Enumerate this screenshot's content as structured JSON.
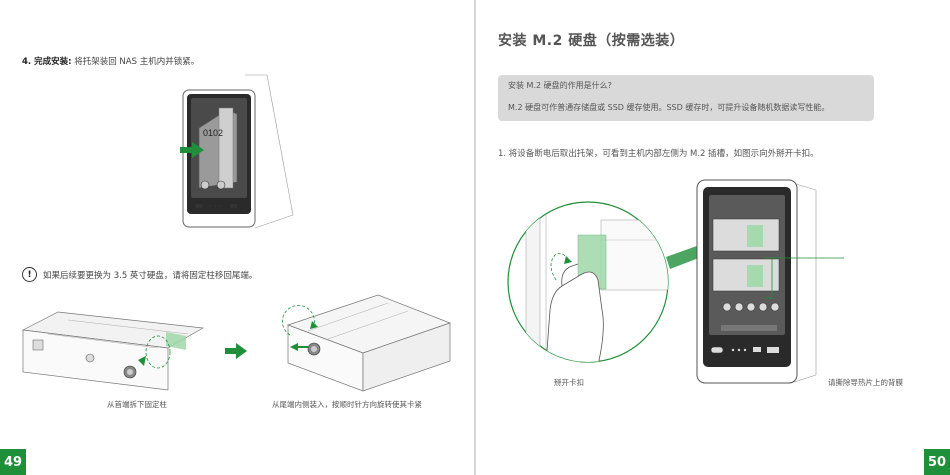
{
  "left_page": {
    "step4_label": "4. 完成安装:",
    "step4_text": "将托架装回 NAS 主机内并锁紧。",
    "nas_slot_labels": [
      "01",
      "02"
    ],
    "warning_icon": "!",
    "warning_text": "如果后续要更换为 3.5 英寸硬盘，请将固定柱移回尾端。",
    "caption_left": "从首端拆下固定柱",
    "caption_right": "从尾端内侧装入，按顺时针方向旋转使其卡紧",
    "page_number": "49"
  },
  "right_page": {
    "section_title": "安装 M.2 硬盘（按需选装）",
    "faq_question": "安装 M.2 硬盘的作用是什么?",
    "faq_answer": "M.2 硬盘可作普通存储盘或 SSD 缓存使用。SSD 缓存时，可提升设备随机数据读写性能。",
    "step1_text": "1. 将设备断电后取出托架，可看到主机内部左侧为 M.2 插槽，如图示向外掰开卡扣。",
    "callout_left": "掰开卡扣",
    "callout_right": "请撕除导热片上的背膜",
    "page_number": "50"
  },
  "colors": {
    "accent_green": "#1f8f3a",
    "light_green": "#9fd8a8",
    "faq_bg": "#d9d9d9"
  }
}
